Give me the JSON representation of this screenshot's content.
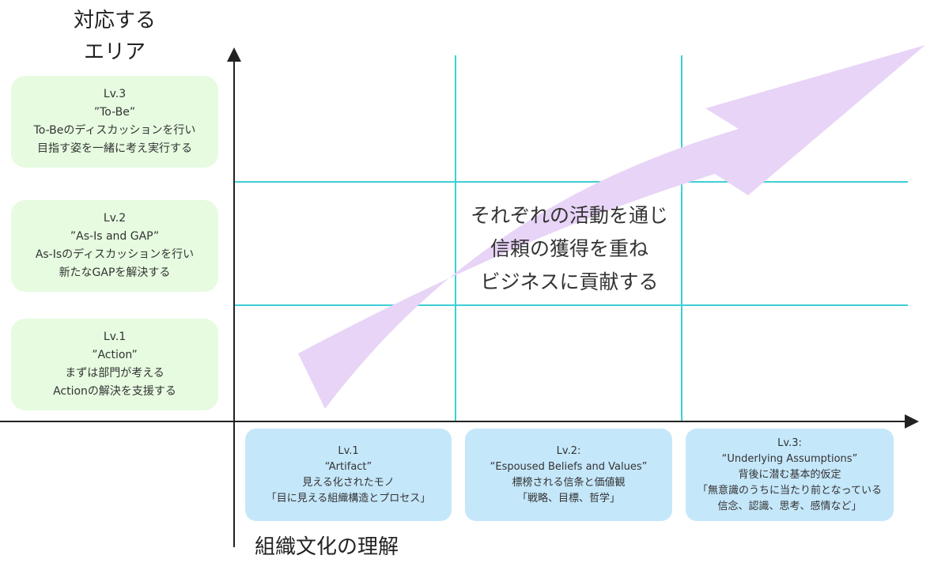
{
  "y_axis": {
    "title_line1": "対応する",
    "title_line2": "エリア"
  },
  "x_axis": {
    "title": "組織文化の理解"
  },
  "y_levels": [
    {
      "level": "Lv.3",
      "name": "”To-Be”",
      "line1": "To-Beのディスカッションを行い",
      "line2": "目指す姿を一緒に考え実行する"
    },
    {
      "level": "Lv.2",
      "name": "”As-Is and GAP”",
      "line1": "As-Isのディスカッションを行い",
      "line2": "新たなGAPを解決する"
    },
    {
      "level": "Lv.1",
      "name": "”Action”",
      "line1": "まずは部門が考える",
      "line2": "Actionの解決を支援する"
    }
  ],
  "x_levels": [
    {
      "level": "Lv.1",
      "name": "“Artifact”",
      "line1": "見える化されたモノ",
      "line2": "「目に見える組織構造とプロセス」",
      "line3": ""
    },
    {
      "level": "Lv.2:",
      "name": "“Espoused Beliefs and Values”",
      "line1": "標榜される信条と価値観",
      "line2": "「戦略、目標、哲学」",
      "line3": ""
    },
    {
      "level": "Lv.3:",
      "name": "“Underlying Assumptions”",
      "line1": "背後に潜む基本的仮定",
      "line2": "「無意識のうちに当たり前となっている",
      "line3": "信念、認識、思考、感情など」"
    }
  ],
  "center_message": {
    "line1": "それぞれの活動を通じ",
    "line2": "信頼の獲得を重ね",
    "line3": "ビジネスに貢献する"
  },
  "colors": {
    "grid": "#3ecfd6",
    "arrow": "#e8d4f7",
    "y_box": "#e6fbe0",
    "x_box": "#c5e7fa",
    "axis": "#222222"
  }
}
